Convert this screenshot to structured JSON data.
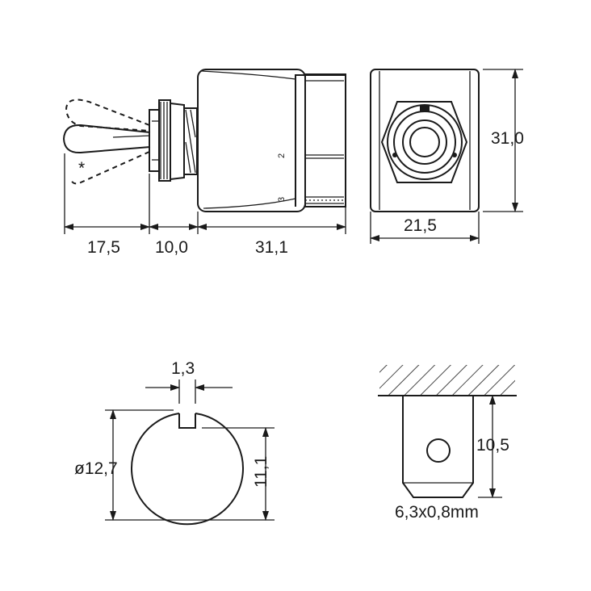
{
  "side_view": {
    "dims": {
      "lever": "17,5",
      "bushing": "10,0",
      "body": "31,1"
    },
    "star_mark": "*",
    "terminal_labels": [
      "2",
      "3"
    ]
  },
  "front_view": {
    "dims": {
      "width": "21,5",
      "height": "31,0"
    }
  },
  "keyway_view": {
    "dims": {
      "slot": "1,3",
      "diameter": "ø12,7",
      "flat": "11,1"
    }
  },
  "terminal_view": {
    "dims": {
      "length": "10,5",
      "size": "6,3x0,8mm"
    }
  }
}
